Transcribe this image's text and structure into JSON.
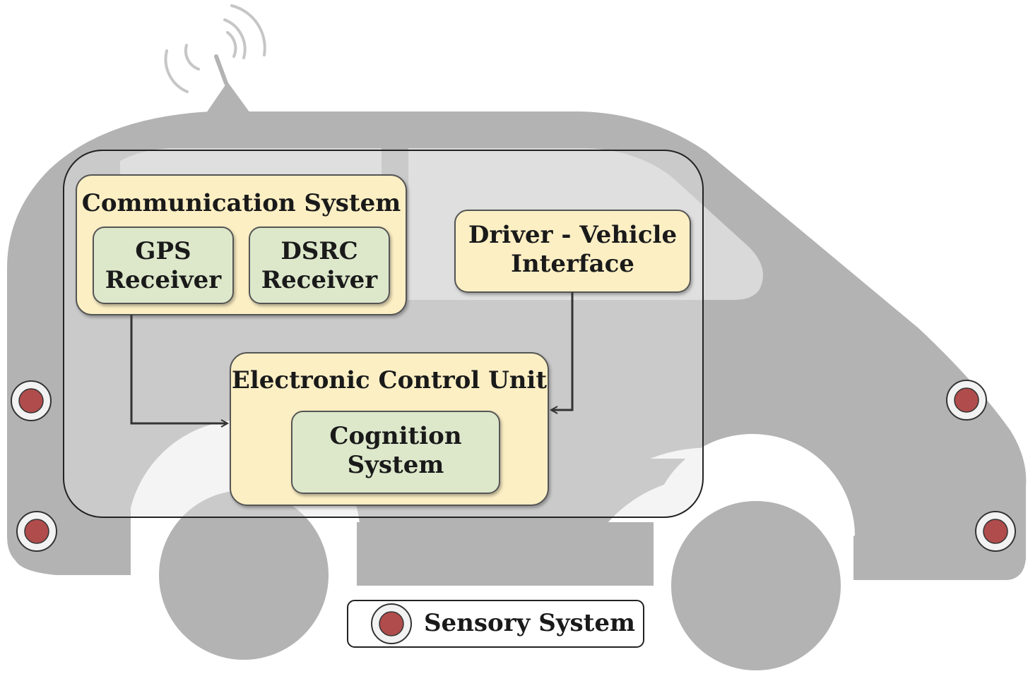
{
  "communication_system": {
    "title": "Communication System",
    "gps_receiver": "GPS\nReceiver",
    "dsrc_receiver": "DSRC\nReceiver"
  },
  "driver_vehicle_interface": "Driver - Vehicle\nInterface",
  "electronic_control_unit": {
    "title": "Electronic Control Unit",
    "cognition_system": "Cognition\nSystem"
  },
  "legend": {
    "sensory_system": "Sensory System"
  },
  "colors": {
    "car_body": "#b3b3b3",
    "window": "#d9d9d9",
    "yellow_box": "#fcefc4",
    "green_box": "#dde8cb",
    "sensor_red": "#b04c4c"
  }
}
